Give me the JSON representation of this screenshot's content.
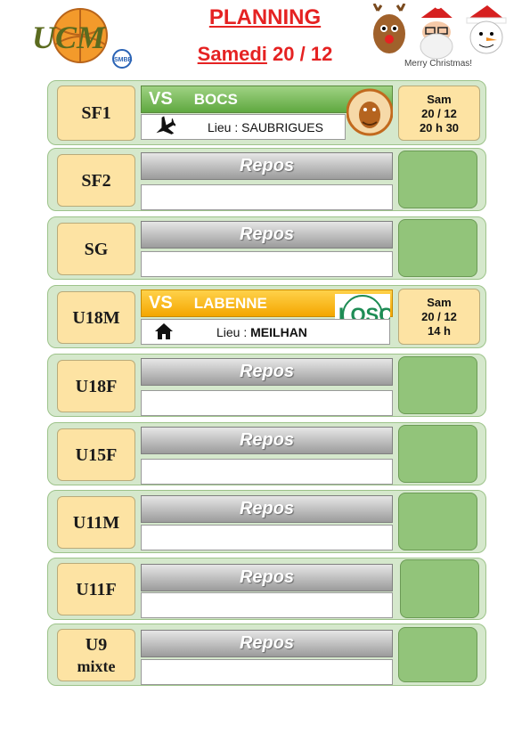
{
  "header": {
    "logo_text": "UCM",
    "logo_sub": "SMBB",
    "title": "PLANNING",
    "day": "Samedi",
    "date": "20 / 12",
    "xmas_caption": "Merry Christmas!"
  },
  "icons": {
    "away": "airplane-icon",
    "home": "house-icon"
  },
  "rows": [
    {
      "team": "SF1",
      "type": "match",
      "vs": "VS",
      "opponent": "BOCS",
      "lieu_prefix": "Lieu : ",
      "lieu": "SAUBRIGUES",
      "date_lines": [
        "Sam",
        "20 / 12",
        "20 h 30"
      ],
      "venue": "away",
      "header_color": "#5fa840"
    },
    {
      "team": "SF2",
      "type": "rest",
      "label": "Repos"
    },
    {
      "team": "SG",
      "type": "rest",
      "label": "Repos"
    },
    {
      "team": "U18M",
      "type": "match",
      "vs": "VS",
      "opponent": "LABENNE",
      "lieu_prefix": "Lieu : ",
      "lieu": "MEILHAN",
      "date_lines": [
        "Sam",
        "20 / 12",
        "14 h"
      ],
      "venue": "home",
      "header_color": "#f4a600",
      "club_logo_text": "LOSC"
    },
    {
      "team": "U18F",
      "type": "rest",
      "label": "Repos"
    },
    {
      "team": "U15F",
      "type": "rest",
      "label": "Repos"
    },
    {
      "team": "U11M",
      "type": "rest",
      "label": "Repos"
    },
    {
      "team": "U11F",
      "type": "rest",
      "label": "Repos"
    },
    {
      "team_lines": [
        "U9",
        "mixte"
      ],
      "type": "rest",
      "label": "Repos"
    }
  ]
}
